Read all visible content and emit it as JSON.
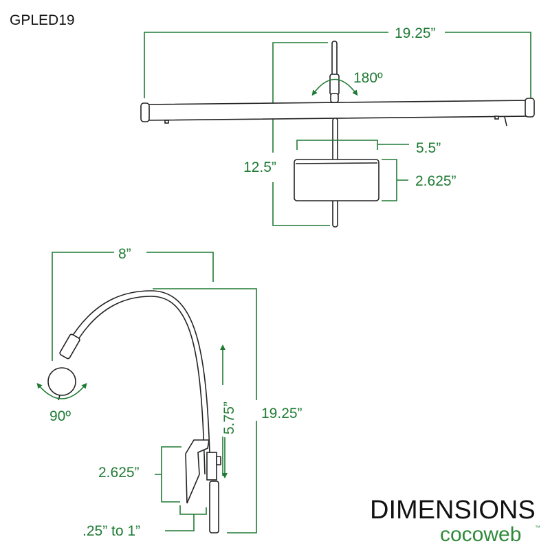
{
  "model": "GPLED19",
  "top_view": {
    "width": "19.25”",
    "height": "12.5”",
    "rotation": "180º",
    "shade_width": "5.5”",
    "shade_height": "2.625”"
  },
  "side_view": {
    "reach": "8”",
    "height": "19.25”",
    "adjust": "5.75”",
    "rotation": "90º",
    "clamp_height": "2.625”",
    "clamp_range": ".25” to 1”"
  },
  "branding": {
    "title": "DIMENSIONS",
    "brand": "cocoweb",
    "trademark": "™"
  },
  "colors": {
    "dimension": "#1f7a33",
    "outline": "#222222"
  }
}
